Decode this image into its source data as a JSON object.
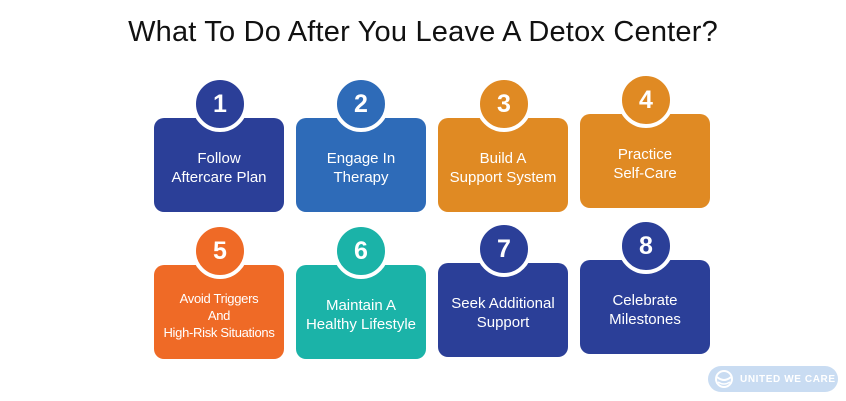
{
  "title": "What To Do After You Leave A Detox Center?",
  "steps": [
    {
      "number": "1",
      "label": "Follow\nAftercare Plan",
      "color": "#2b3f98"
    },
    {
      "number": "2",
      "label": "Engage In\nTherapy",
      "color": "#2e6bb8"
    },
    {
      "number": "3",
      "label": "Build A\nSupport System",
      "color": "#e08a23"
    },
    {
      "number": "4",
      "label": "Practice\nSelf-Care",
      "color": "#e08a23"
    },
    {
      "number": "5",
      "label": "Avoid Triggers\nAnd\nHigh-Risk Situations",
      "color": "#ef6a26"
    },
    {
      "number": "6",
      "label": "Maintain A\nHealthy Lifestyle",
      "color": "#1bb3a8"
    },
    {
      "number": "7",
      "label": "Seek Additional\nSupport",
      "color": "#2b3f98"
    },
    {
      "number": "8",
      "label": "Celebrate\nMilestones",
      "color": "#2b3f98"
    }
  ],
  "logo": {
    "text": "UNITED WE CARE",
    "icon": "globe-logo-icon"
  }
}
